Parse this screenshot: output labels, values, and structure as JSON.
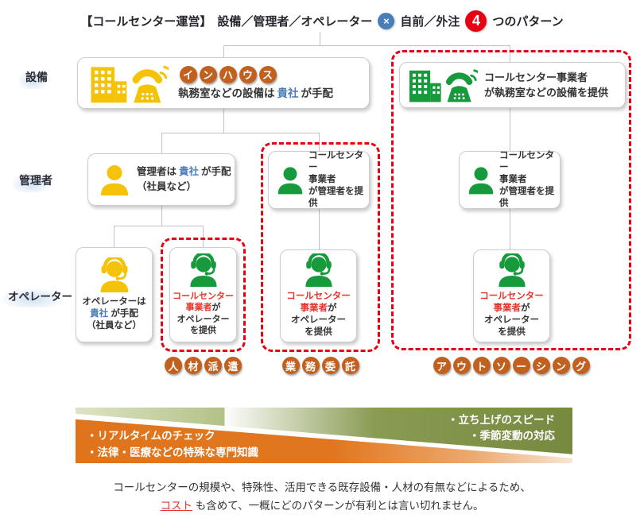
{
  "title": {
    "bracket": "【コールセンター運営】",
    "factors": "設備／管理者／オペレーター",
    "times_symbol": "×",
    "choice": "自前／外注",
    "count": "4",
    "suffix": "つのパターン"
  },
  "row_labels": {
    "equipment": "設備",
    "manager": "管理者",
    "operator": "オペレーター"
  },
  "boxes": {
    "equipment_inhouse": {
      "badge": "インハウス",
      "pre": "執務室などの設備は",
      "highlight": "貴社",
      "post": "が手配"
    },
    "equipment_vendor": {
      "vendor": "コールセンター事業者",
      "text": "が執務室などの設備を提供"
    },
    "manager_inhouse": {
      "pre": "管理者は",
      "highlight": "貴社",
      "post": "が手配",
      "note": "（社員など）"
    },
    "manager_vendor": {
      "vendor_l1": "コールセンター",
      "vendor_l2": "事業者",
      "text": "が管理者を提供"
    },
    "operator_inhouse": {
      "l1": "オペレーターは",
      "highlight": "貴社",
      "post": "が手配",
      "note": "（社員など）"
    },
    "operator_vendor": {
      "vendor_l1": "コールセンター",
      "vendor_l2": "事業者",
      "suffix": "が",
      "l3": "オペレーター",
      "l4": "を提供"
    }
  },
  "pattern_badges": {
    "staffing": "人材派遣",
    "contracting": "業務委託",
    "outsourcing": "アウトソーシング"
  },
  "gradient_bar": {
    "left_items": [
      "・リアルタイムのチェック",
      "・法律・医療などの特殊な専門知識"
    ],
    "right_items": [
      "・立ち上げのスピード",
      "・季節変動の対応"
    ]
  },
  "footer": {
    "line1": "コールセンターの規模や、特殊性、活用できる既存設備・人材の有無などによるため、",
    "highlight": "コスト",
    "line2": "も含めて、一概にどのパターンが有利とは言い切れません。"
  },
  "colors": {
    "inhouse_yellow": "#f4c307",
    "vendor_green": "#169a3c",
    "badge_orange": "#c2611f",
    "company_blue": "#4a7ebb",
    "vendor_red": "#e8332a",
    "dashed_red": "#e60012",
    "times_blue": "#4a7ebb",
    "count_red": "#e60012",
    "bar_orange": "#df741c",
    "bar_green": "#7e9148"
  }
}
